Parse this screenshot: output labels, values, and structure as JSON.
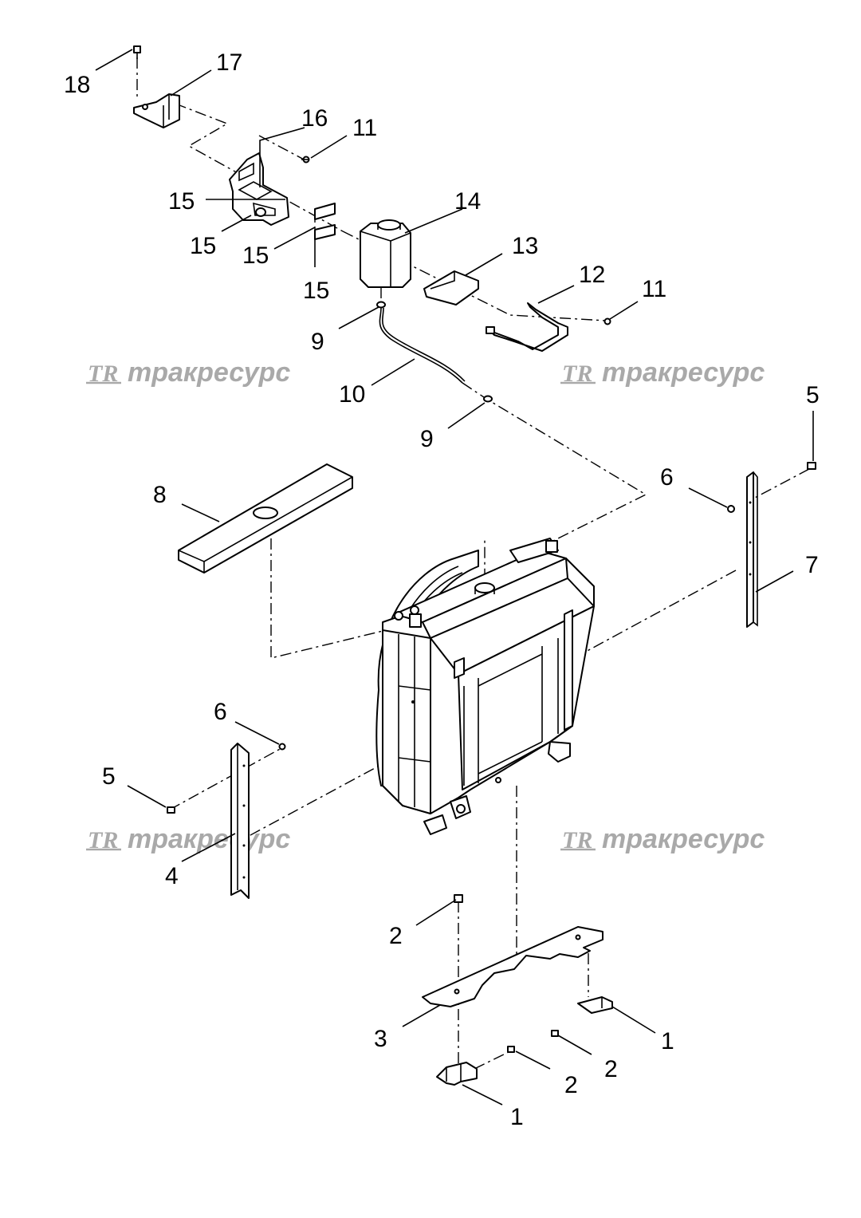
{
  "callouts": {
    "c1a": "1",
    "c1b": "1",
    "c2a": "2",
    "c2b": "2",
    "c2c": "2",
    "c3": "3",
    "c4": "4",
    "c5a": "5",
    "c5b": "5",
    "c6a": "6",
    "c6b": "6",
    "c7": "7",
    "c8": "8",
    "c9a": "9",
    "c9b": "9",
    "c10": "10",
    "c11a": "11",
    "c11b": "11",
    "c12": "12",
    "c13": "13",
    "c14": "14",
    "c15a": "15",
    "c15b": "15",
    "c15c": "15",
    "c15d": "15",
    "c16": "16",
    "c17": "17",
    "c18": "18"
  },
  "watermark": {
    "logo": "TR",
    "text": "тракресурс",
    "color": "#a9a9a9"
  }
}
